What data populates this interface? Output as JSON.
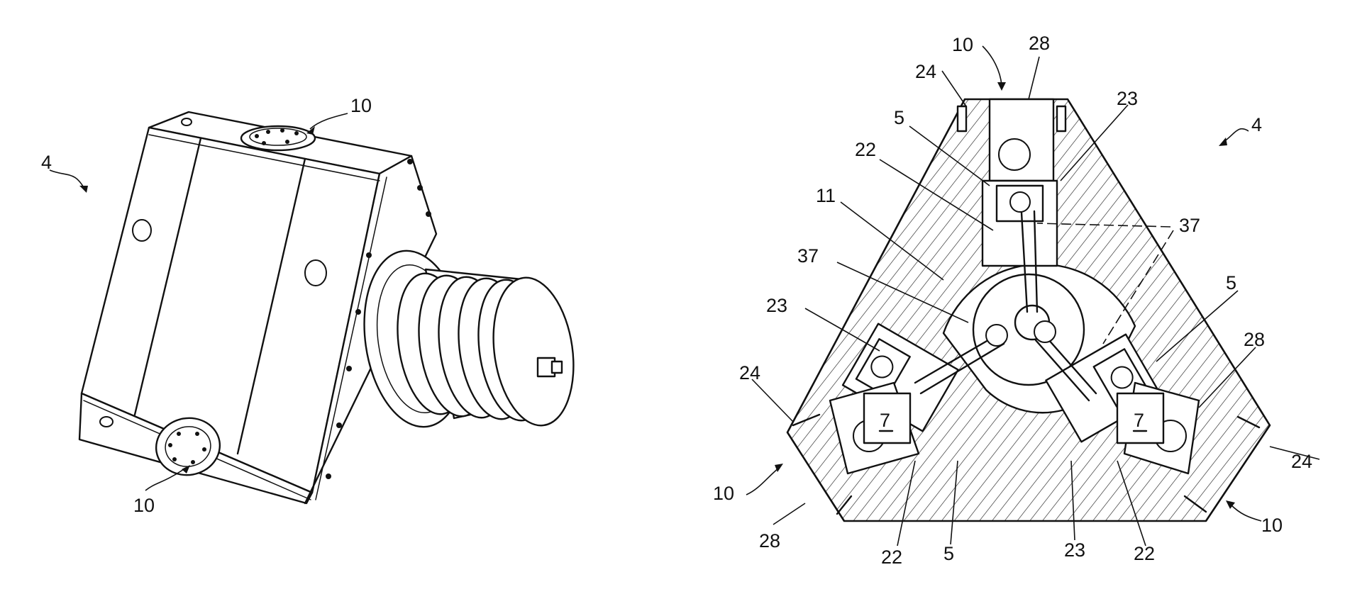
{
  "figure_left": {
    "labels": {
      "unit": "4",
      "connector_top": "10",
      "connector_bottom": "10"
    }
  },
  "figure_right": {
    "labels": {
      "unit": "4",
      "top_connector": "10",
      "left_connector": "10",
      "right_connector": "10",
      "top_28": "28",
      "left_28": "28",
      "right_28": "28",
      "top_24": "24",
      "left_24": "24",
      "right_24": "24",
      "top_23": "23",
      "left_23": "23",
      "bottom_23": "23",
      "top_5": "5",
      "right_5": "5",
      "bottom_5": "5",
      "top_22": "22",
      "bottom_22_left": "22",
      "bottom_22_right": "22",
      "label_11": "11",
      "label_37_left": "37",
      "label_37_right": "37",
      "chamber_left": "7",
      "chamber_right": "7"
    }
  }
}
